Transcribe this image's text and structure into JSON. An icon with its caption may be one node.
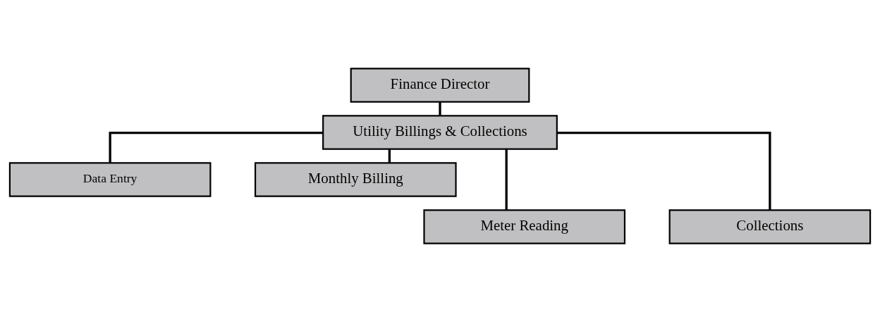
{
  "diagram": {
    "nodes": [
      {
        "text": [
          "Finance Director"
        ]
      },
      {
        "text": [
          "Utility Billings & Collections"
        ]
      },
      {
        "text": [
          "Data Entry"
        ]
      },
      {
        "text": [
          "Monthly Billing"
        ]
      },
      {
        "text": [
          "Meter Reading"
        ]
      },
      {
        "text": [
          "Collections"
        ]
      }
    ],
    "edges": [
      {
        "from": 0,
        "to": 1,
        "arrow": "none"
      },
      {
        "from": 1,
        "to": 2,
        "arrow": "none"
      },
      {
        "from": 1,
        "to": 3,
        "arrow": "none"
      },
      {
        "from": 1,
        "to": 4,
        "arrow": "none"
      },
      {
        "from": 1,
        "to": 5,
        "arrow": "none"
      }
    ]
  }
}
